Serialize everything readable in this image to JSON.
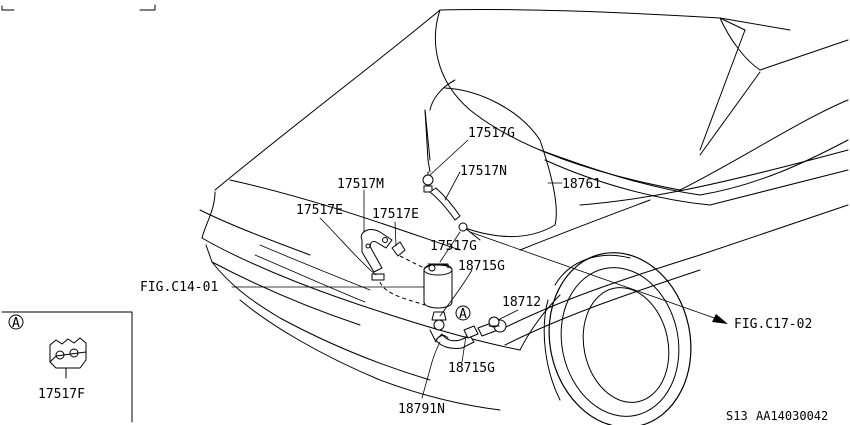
{
  "labels": {
    "p17517G_top": "17517G",
    "p17517N": "17517N",
    "p18761": "18761",
    "p17517M": "17517M",
    "p17517E_left": "17517E",
    "p17517E_right": "17517E",
    "p17517G_mid": "17517G",
    "p18715G_top": "18715G",
    "figC1401": "FIG.C14-01",
    "p18712": "18712",
    "figC1702": "FIG.C17-02",
    "p18715G_bot": "18715G",
    "p18791N": "18791N",
    "p17517F": "17517F",
    "callout_A": "A",
    "inset_A": "A"
  },
  "footer": {
    "model": "S13",
    "code": "AA14030042"
  }
}
